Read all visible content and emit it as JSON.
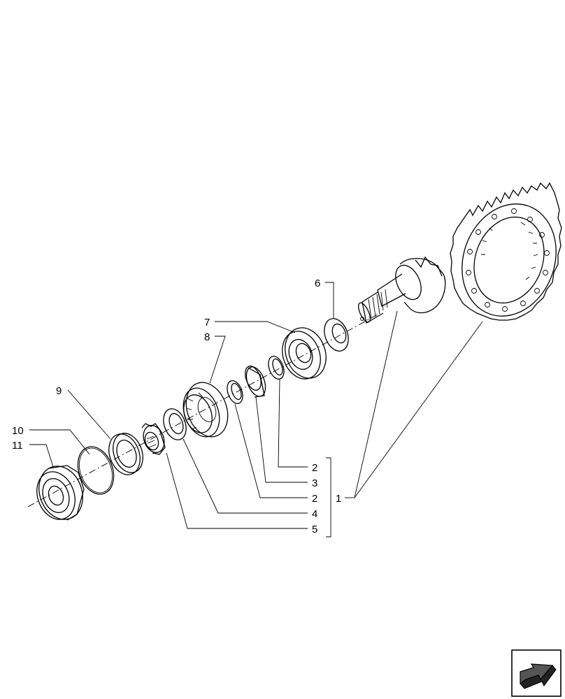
{
  "callouts": {
    "c1": "1",
    "c2a": "2",
    "c2b": "2",
    "c3": "3",
    "c4": "4",
    "c5": "5",
    "c6": "6",
    "c7": "7",
    "c8": "8",
    "c9": "9",
    "c10": "10",
    "c11": "11"
  },
  "nav": {
    "icon": "arrow-nav-icon"
  }
}
